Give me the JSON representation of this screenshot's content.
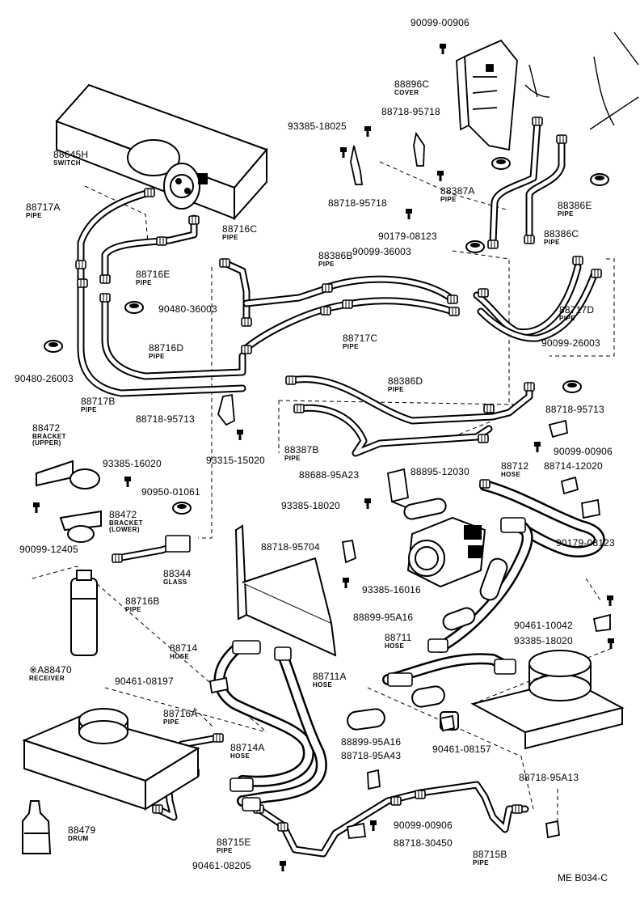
{
  "labels": [
    {
      "id": "p90099-00906-top",
      "part": "90099-00906",
      "name": ""
    },
    {
      "id": "p88896c",
      "part": "88896C",
      "name": "COVER"
    },
    {
      "id": "p88718-95718-a",
      "part": "88718-95718",
      "name": ""
    },
    {
      "id": "p93385-18025",
      "part": "93385-18025",
      "name": ""
    },
    {
      "id": "p88645h",
      "part": "88645H",
      "name": "SWITCH"
    },
    {
      "id": "p88717a",
      "part": "88717A",
      "name": "PIPE"
    },
    {
      "id": "p88718-95718-b",
      "part": "88718-95718",
      "name": ""
    },
    {
      "id": "p88387a",
      "part": "88387A",
      "name": "PIPE"
    },
    {
      "id": "p88386e",
      "part": "88386E",
      "name": "PIPE"
    },
    {
      "id": "p88716c",
      "part": "88716C",
      "name": "PIPE"
    },
    {
      "id": "p90179-08123-a",
      "part": "90179-08123",
      "name": ""
    },
    {
      "id": "p88386c",
      "part": "88386C",
      "name": "PIPE"
    },
    {
      "id": "p90099-36003",
      "part": "90099-36003",
      "name": ""
    },
    {
      "id": "p88386b",
      "part": "88386B",
      "name": "PIPE"
    },
    {
      "id": "p88716e",
      "part": "88716E",
      "name": "PIPE"
    },
    {
      "id": "p90480-36003",
      "part": "90480-36003",
      "name": ""
    },
    {
      "id": "p88717d",
      "part": "88717D",
      "name": "PIPE"
    },
    {
      "id": "p88717c",
      "part": "88717C",
      "name": "PIPE"
    },
    {
      "id": "p88716d",
      "part": "88716D",
      "name": "PIPE"
    },
    {
      "id": "p90099-26003",
      "part": "90099-26003",
      "name": ""
    },
    {
      "id": "p90480-26003",
      "part": "90480-26003",
      "name": ""
    },
    {
      "id": "p88386d",
      "part": "88386D",
      "name": "PIPE"
    },
    {
      "id": "p88717b",
      "part": "88717B",
      "name": "PIPE"
    },
    {
      "id": "p88718-95713-a",
      "part": "88718-95713",
      "name": ""
    },
    {
      "id": "p88718-95713-b",
      "part": "88718-95713",
      "name": ""
    },
    {
      "id": "p88472-upper",
      "part": "88472",
      "name": "BRACKET (UPPER)"
    },
    {
      "id": "p88387b",
      "part": "88387B",
      "name": "PIPE"
    },
    {
      "id": "p90099-00906-mid",
      "part": "90099-00906",
      "name": ""
    },
    {
      "id": "p93315-15020",
      "part": "93315-15020",
      "name": ""
    },
    {
      "id": "p88714-12020",
      "part": "88714-12020",
      "name": ""
    },
    {
      "id": "p93385-16020",
      "part": "93385-16020",
      "name": ""
    },
    {
      "id": "p88688-95a23",
      "part": "88688-95A23",
      "name": ""
    },
    {
      "id": "p88895-12030",
      "part": "88895-12030",
      "name": ""
    },
    {
      "id": "p88712",
      "part": "88712",
      "name": "HOSE"
    },
    {
      "id": "p90950-01061",
      "part": "90950-01061",
      "name": ""
    },
    {
      "id": "p93385-18020-a",
      "part": "93385-18020",
      "name": ""
    },
    {
      "id": "p88472-lower",
      "part": "88472",
      "name": "BRACKET (LOWER)"
    },
    {
      "id": "p88718-95704",
      "part": "88718-95704",
      "name": ""
    },
    {
      "id": "p90179-08123-b",
      "part": "90179-08123",
      "name": ""
    },
    {
      "id": "p90099-12405",
      "part": "90099-12405",
      "name": ""
    },
    {
      "id": "p88344",
      "part": "88344",
      "name": "GLASS"
    },
    {
      "id": "p93385-16016",
      "part": "93385-16016",
      "name": ""
    },
    {
      "id": "p88716b",
      "part": "88716B",
      "name": "PIPE"
    },
    {
      "id": "p88899-95a16-a",
      "part": "88899-95A16",
      "name": ""
    },
    {
      "id": "p90461-10042",
      "part": "90461-10042",
      "name": ""
    },
    {
      "id": "p88711",
      "part": "88711",
      "name": "HOSE"
    },
    {
      "id": "p93385-18020-b",
      "part": "93385-18020",
      "name": ""
    },
    {
      "id": "p88714",
      "part": "88714",
      "name": "HOSE"
    },
    {
      "id": "pa88470",
      "part": "※A88470",
      "name": "RECEIVER"
    },
    {
      "id": "p90461-08197",
      "part": "90461-08197",
      "name": ""
    },
    {
      "id": "p88711a",
      "part": "88711A",
      "name": "HOSE"
    },
    {
      "id": "p88716a",
      "part": "88716A",
      "name": "PIPE"
    },
    {
      "id": "p88899-95a16-b",
      "part": "88899-95A16",
      "name": ""
    },
    {
      "id": "p88714a",
      "part": "88714A",
      "name": "HOSE"
    },
    {
      "id": "p88718-95a43",
      "part": "88718-95A43",
      "name": ""
    },
    {
      "id": "p90461-08157",
      "part": "90461-08157",
      "name": ""
    },
    {
      "id": "p88718-95a13",
      "part": "88718-95A13",
      "name": ""
    },
    {
      "id": "p88479",
      "part": "88479",
      "name": "DRUM"
    },
    {
      "id": "p90099-00906-bot",
      "part": "90099-00906",
      "name": ""
    },
    {
      "id": "p88715e",
      "part": "88715E",
      "name": "PIPE"
    },
    {
      "id": "p88718-30450",
      "part": "88718-30450",
      "name": ""
    },
    {
      "id": "p88715b",
      "part": "88715B",
      "name": "PIPE"
    },
    {
      "id": "p90461-08205",
      "part": "90461-08205",
      "name": ""
    }
  ],
  "footer": {
    "code": "ME  B034-C"
  }
}
